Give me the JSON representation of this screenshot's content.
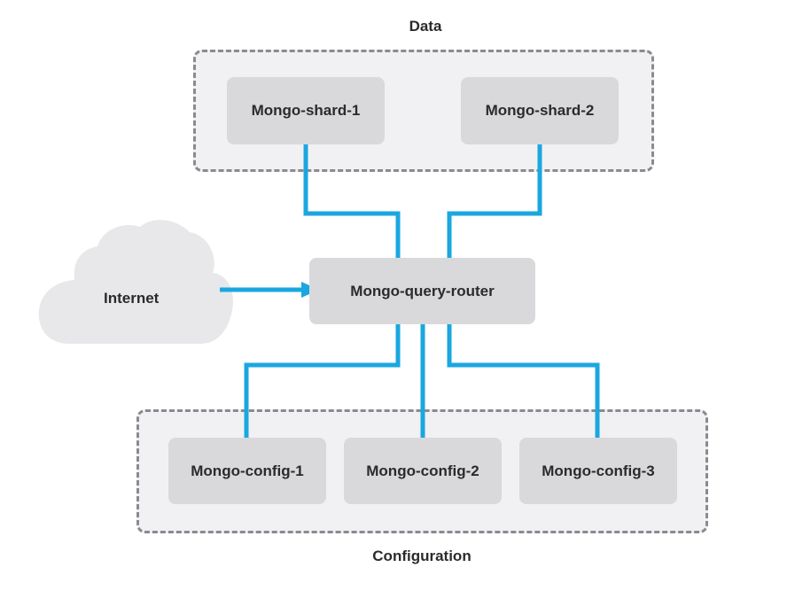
{
  "groups": {
    "data": {
      "label": "Data"
    },
    "configuration": {
      "label": "Configuration"
    }
  },
  "nodes": {
    "shard1": "Mongo-shard-1",
    "shard2": "Mongo-shard-2",
    "router": "Mongo-query-router",
    "config1": "Mongo-config-1",
    "config2": "Mongo-config-2",
    "config3": "Mongo-config-3"
  },
  "cloud": {
    "label": "Internet"
  },
  "colors": {
    "connector": "#1aa7e0",
    "node_fill": "#d9d9db",
    "group_fill": "#f1f1f3",
    "group_border": "#8a8a8f",
    "cloud_fill": "#e8e8ea"
  }
}
